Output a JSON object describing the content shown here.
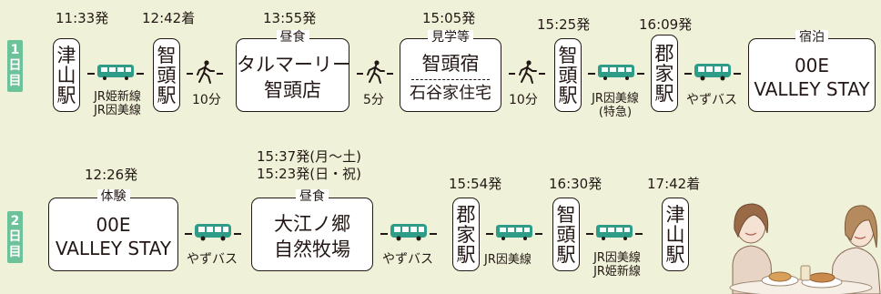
{
  "day1": {
    "badge": [
      "1",
      "日",
      "目"
    ],
    "times": {
      "tsuyama_dep": "11:33発",
      "chizu_arr": "12:42着",
      "lunch_dep": "13:55発",
      "sightseeing_dep": "15:05発",
      "chizu_dep": "15:25発",
      "koge_dep": "16:09発"
    },
    "stops": {
      "tsuyama": [
        "津",
        "山",
        "駅"
      ],
      "chizu1": [
        "智",
        "頭",
        "駅"
      ],
      "chizu2": [
        "智",
        "頭",
        "駅"
      ],
      "koge": [
        "郡",
        "家",
        "駅"
      ]
    },
    "lunch": {
      "tag": "昼食",
      "line1": "タルマーリー",
      "line2": "智頭店"
    },
    "sightseeing": {
      "tag": "見学等",
      "line1": "智頭宿",
      "line2": "石谷家住宅"
    },
    "stay": {
      "tag": "宿泊",
      "line1": "00E",
      "line2": "VALLEY STAY"
    },
    "legs": {
      "train1_line1": "JR姫新線",
      "train1_line2": "JR因美線",
      "walk1": "10分",
      "walk2": "5分",
      "walk3": "10分",
      "train2_line1": "JR因美線",
      "train2_line2": "(特急)",
      "bus1": "やずバス"
    }
  },
  "day2": {
    "badge": [
      "2",
      "日",
      "目"
    ],
    "times": {
      "experience_dep": "12:26発",
      "lunch_dep_weekday": "15:37発(月～土)",
      "lunch_dep_holiday": "15:23発(日・祝)",
      "koge_dep": "15:54発",
      "chizu_dep": "16:30発",
      "tsuyama_arr": "17:42着"
    },
    "experience": {
      "tag": "体験",
      "line1": "00E",
      "line2": "VALLEY STAY"
    },
    "lunch": {
      "tag": "昼食",
      "line1": "大江ノ郷",
      "line2": "自然牧場"
    },
    "stops": {
      "koge": [
        "郡",
        "家",
        "駅"
      ],
      "chizu": [
        "智",
        "頭",
        "駅"
      ],
      "tsuyama": [
        "津",
        "山",
        "駅"
      ]
    },
    "legs": {
      "bus1": "やずバス",
      "bus2": "やずバス",
      "train1": "JR因美線",
      "train2_line1": "JR因美線",
      "train2_line2": "JR姫新線"
    }
  },
  "icons": [
    "train-icon",
    "walk-icon",
    "bus-icon"
  ],
  "colors": {
    "accent": "#6cc39a",
    "background": "#eff2d8",
    "vehicle": "#2e9c86"
  }
}
